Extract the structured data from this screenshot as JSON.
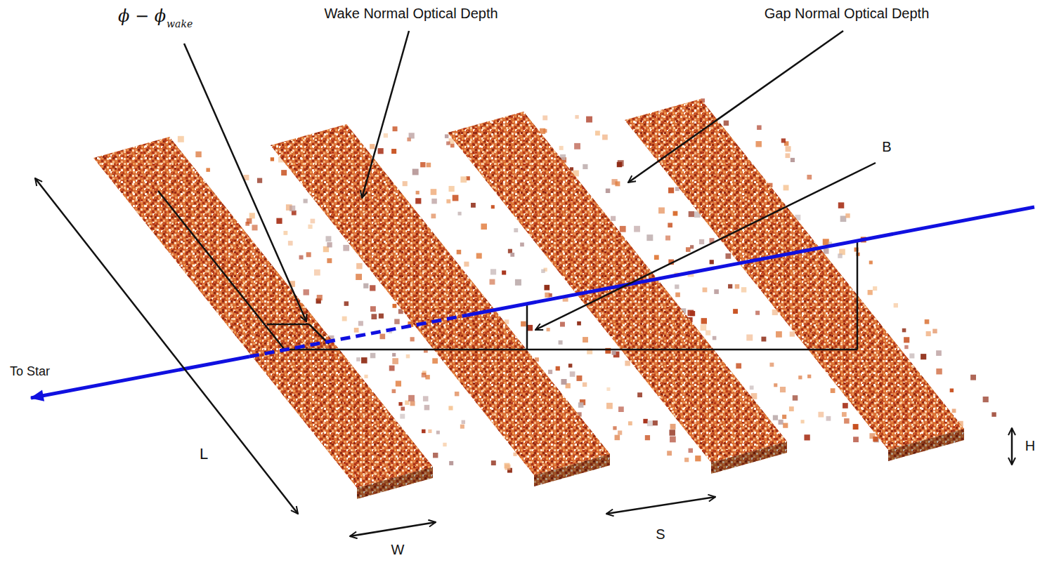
{
  "diagram": {
    "labels": [
      "ϕ − ϕ",
      "wake",
      "Wake Normal Optical Depth",
      "Gap Normal Optical Depth",
      "B",
      "To Star",
      "L",
      "W",
      "S",
      "H"
    ]
  }
}
